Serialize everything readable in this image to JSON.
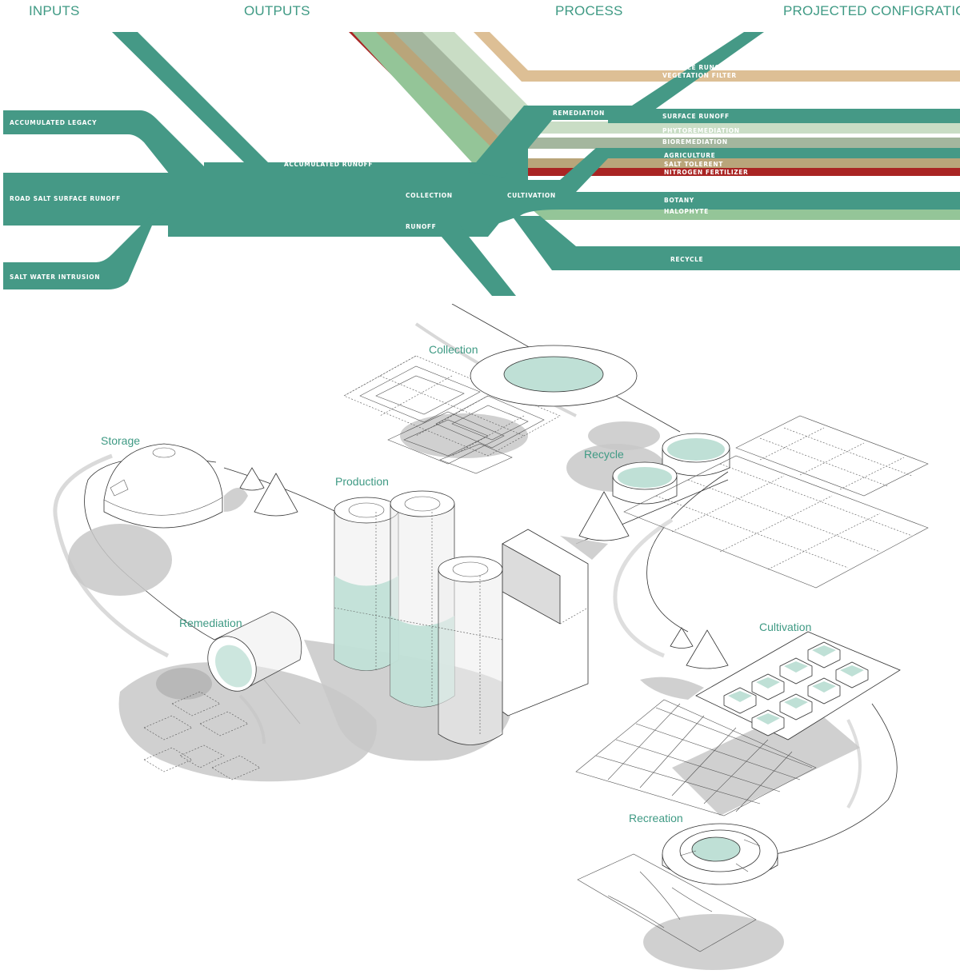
{
  "headers": {
    "inputs": "INPUTS",
    "outputs": "OUTPUTS",
    "process": "PROCESS",
    "projected": "PROJECTED CONFIGRATION"
  },
  "colors": {
    "teal": "#459986",
    "tan": "#ddbf95",
    "light_green": "#94c598",
    "sage": "#a4b69e",
    "pale_green": "#c9ddc5",
    "red": "#a92423",
    "zone_text": "#3f9a84"
  },
  "flow_labels": {
    "accumulated_legacy": "ACCUMULATED LEGACY",
    "road_salt": "ROAD SALT SURFACE RUNOFF",
    "salt_water": "SALT WATER INTRUSION",
    "accumulated_runoff": "ACCUMULATED RUNOFF",
    "collection": "COLLECTION",
    "runoff": "RUNOFF",
    "remediation": "REMEDIATION",
    "cultivation": "CULTIVATION",
    "surface_runoff_1": "SURFACE RUNOFF",
    "vegetation_filter": "VEGETATION FILTER",
    "surface_runoff_2": "SURFACE RUNOFF",
    "phytoremediation": "PHYTOREMEDIATION",
    "bioremediation": "BIOREMEDIATION",
    "agriculture": "AGRICULTURE",
    "salt_tolerent": "SALT TOLERENT",
    "nitrogen_fertilizer": "NITROGEN FERTILIZER",
    "botany": "BOTANY",
    "halophyte": "HALOPHYTE",
    "recycle": "RECYCLE"
  },
  "zones": {
    "collection": "Collection",
    "storage": "Storage",
    "recycle": "Recycle",
    "production": "Production",
    "remediation": "Remediation",
    "cultivation": "Cultivation",
    "recreation": "Recreation"
  }
}
